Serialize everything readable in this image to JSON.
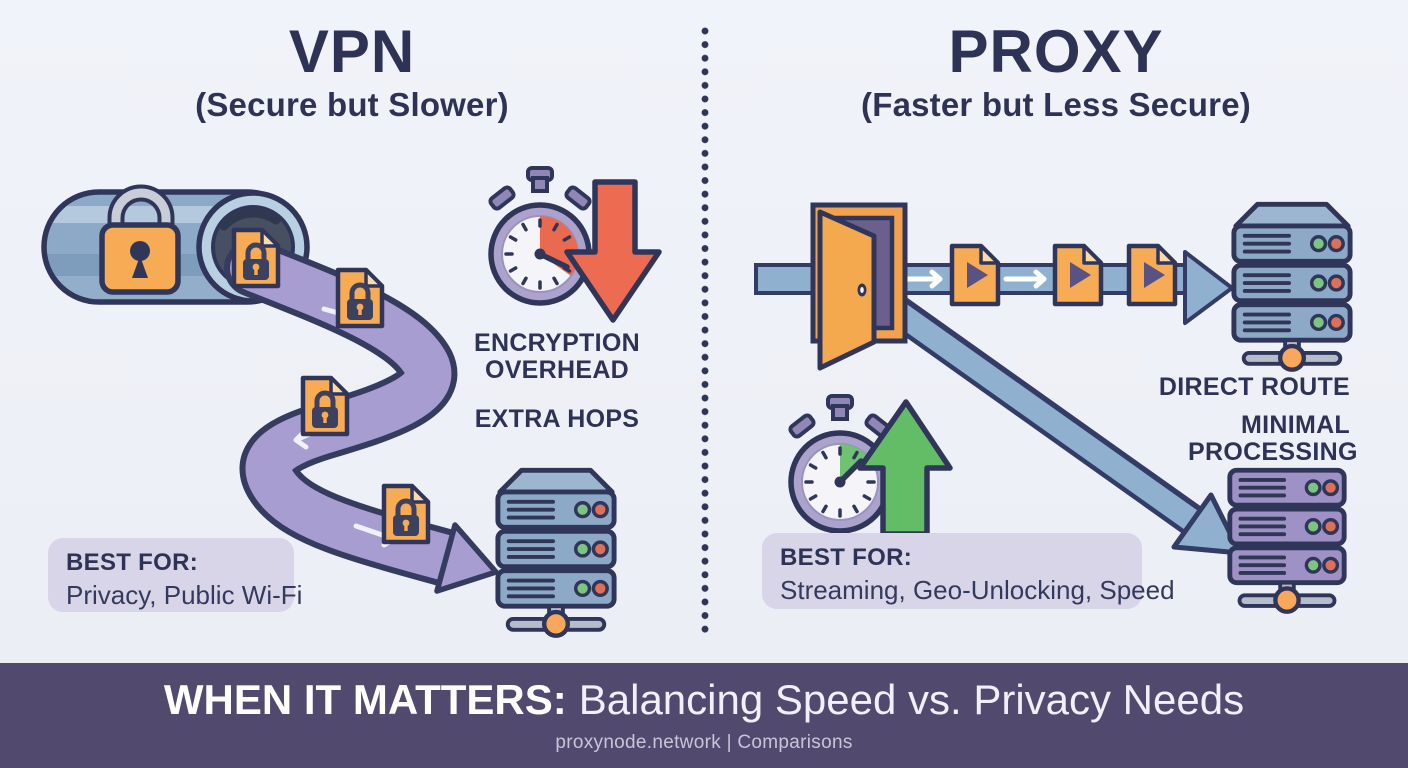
{
  "left": {
    "title": "VPN",
    "subtitle": "(Secure but Slower)",
    "drawback_1": "ENCRYPTION OVERHEAD",
    "drawback_2": "EXTRA HOPS",
    "best_for": {
      "label": "BEST FOR:",
      "value": "Privacy, Public Wi-Fi"
    }
  },
  "right": {
    "title": "PROXY",
    "subtitle": "(Faster but Less Secure)",
    "benefit_1": "DIRECT ROUTE",
    "benefit_2": "MINIMAL PROCESSING",
    "best_for": {
      "label": "BEST FOR:",
      "value": "Streaming, Geo-Unlocking, Speed"
    }
  },
  "footer": {
    "heading_emphasis": "WHEN IT MATTERS:",
    "heading_text": "Balancing Speed vs. Privacy Needs",
    "source": "proxynode.network | Comparisons"
  },
  "icons": {
    "left_side": [
      "vpn-tunnel-icon",
      "padlock-icon",
      "encrypted-file-icon",
      "winding-route-arrow-icon",
      "stopwatch-slow-icon",
      "speed-down-arrow-icon",
      "server-stack-icon"
    ],
    "right_side": [
      "open-door-icon",
      "data-flow-arrow-icon",
      "media-file-icon",
      "stopwatch-fast-icon",
      "speed-up-arrow-icon",
      "direct-route-arrow-icon",
      "server-stack-icon"
    ]
  },
  "colors": {
    "background": "#eef1f7",
    "ink_navy": "#2e3356",
    "steel_blue": "#8caac8",
    "route_purple": "#a89dd0",
    "orange": "#f8ab55",
    "slow_red": "#ed6b50",
    "fast_green": "#63bd66",
    "panel_lavender": "#d8d5e8",
    "footer_bg": "#514a6e"
  }
}
